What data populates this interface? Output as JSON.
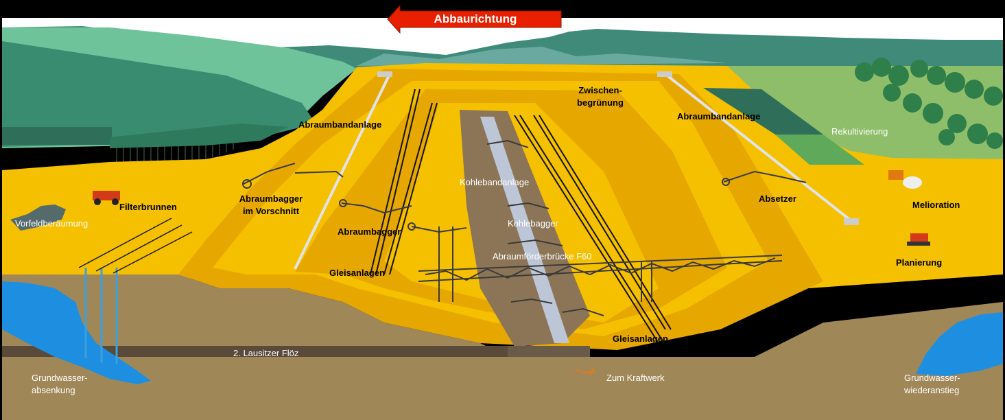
{
  "title_arrow": "Abbaurichtung",
  "labels": {
    "abraumbandanlage_left": "Abraumbandanlage",
    "abraumbandanlage_right": "Abraumbandanlage",
    "zwischenbegruenung_1": "Zwischen-",
    "zwischenbegruenung_2": "begrünung",
    "rekultivierung": "Rekultivierung",
    "kohlebandanlage": "Kohlebandanlage",
    "abraumbagger_vorschnitt_1": "Abraumbagger",
    "abraumbagger_vorschnitt_2": "im Vorschnitt",
    "filterbrunnen": "Filterbrunnen",
    "vorfeldberaeumung": "Vorfeldberäumung",
    "absetzer": "Absetzer",
    "melioration": "Melioration",
    "kohlebagger": "Kohlebagger",
    "abraumbagger": "Abraumbagger",
    "abraumfoerderbruecke": "Abraumförderbrücke F60",
    "planierung": "Planierung",
    "gleisanlagen_left": "Gleisanlagen",
    "gleisanlagen_right": "Gleisanlagen",
    "floez": "2. Lausitzer Flöz",
    "grundwasserabsenkung_1": "Grundwasser-",
    "grundwasserabsenkung_2": "absenkung",
    "zum_kraftwerk": "Zum Kraftwerk",
    "grundwasserwiederanstieg_1": "Grundwasser-",
    "grundwasserwiederanstieg_2": "wiederanstieg"
  },
  "colors": {
    "sky": "#ffffff",
    "forest_green": "#2f7f6a",
    "meadow_green": "#6fc39a",
    "overburden_yellow": "#f5c000",
    "overburden_orange": "#e6a800",
    "ground_brown": "#a08758",
    "coal_seam": "#5a4a3a",
    "groundwater_blue": "#1e8fe0",
    "arrow_red": "#e82000",
    "greening_light": "#d8ecb0",
    "recultivation_green": "#8fbe6a"
  },
  "icons": [
    "bucket-wheel-excavator-icon",
    "conveyor-bridge-icon",
    "spreader-icon",
    "tractor-icon",
    "bulldozer-icon",
    "filter-well-icon",
    "tree-icon",
    "flow-arrow-icon"
  ]
}
